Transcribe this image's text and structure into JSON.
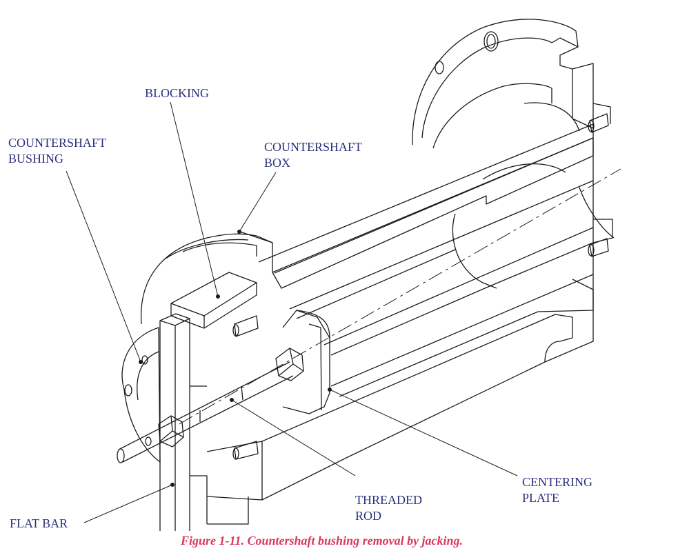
{
  "labels": {
    "blocking": "BLOCKING",
    "countershaft_bushing": "COUNTERSHAFT\nBUSHING",
    "countershaft_box": "COUNTERSHAFT\nBOX",
    "centering_plate": "CENTERING\nPLATE",
    "threaded_rod": "THREADED\nROD",
    "flat_bar": "FLAT BAR"
  },
  "caption": "Figure 1-11. Countershaft bushing removal by jacking.",
  "colors": {
    "label_text": "#2b2f7e",
    "caption_text": "#d9375f",
    "line": "#1a1a1a"
  }
}
